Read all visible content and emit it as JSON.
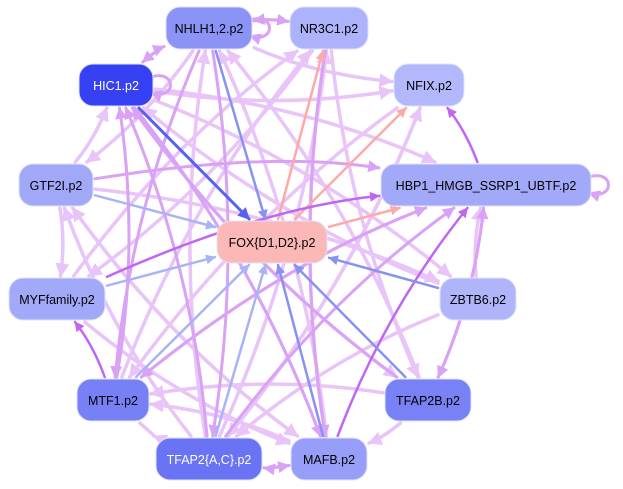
{
  "title": "Regulatory network",
  "colors": {
    "edge_light": "#e8c4f8",
    "edge_mid": "#d9a2f5",
    "edge_strong": "#c066f2",
    "edge_blue_light": "#a9b4f7",
    "edge_blue": "#8792f2",
    "edge_blue_strong": "#5363ef",
    "edge_salmon": "#fdaaa6",
    "node_outline": "#ffffff"
  },
  "nodes": [
    {
      "id": "NHLH",
      "label": "NHLH1,2.p2",
      "fill": "#8c93f6",
      "text": "#000000"
    },
    {
      "id": "NR3C1",
      "label": "NR3C1.p2",
      "fill": "#adb3fa",
      "text": "#000000"
    },
    {
      "id": "HIC1",
      "label": "HIC1.p2",
      "fill": "#3541f3",
      "text": "#ffffff"
    },
    {
      "id": "NFIX",
      "label": "NFIX.p2",
      "fill": "#b3b7fb",
      "text": "#000000"
    },
    {
      "id": "GTF2I",
      "label": "GTF2I.p2",
      "fill": "#a1a8f8",
      "text": "#000000"
    },
    {
      "id": "HBP1",
      "label": "HBP1_HMGB_SSRP1_UBTF.p2",
      "fill": "#a3a9f9",
      "text": "#000000"
    },
    {
      "id": "FOX",
      "label": "FOX{D1,D2}.p2",
      "fill": "#fcb8b6",
      "text": "#000000"
    },
    {
      "id": "MYF",
      "label": "MYFfamily.p2",
      "fill": "#a3a9f9",
      "text": "#000000"
    },
    {
      "id": "ZBTB6",
      "label": "ZBTB6.p2",
      "fill": "#b0b5fa",
      "text": "#000000"
    },
    {
      "id": "MTF1",
      "label": "MTF1.p2",
      "fill": "#7880f6",
      "text": "#000000"
    },
    {
      "id": "TFAP2B",
      "label": "TFAP2B.p2",
      "fill": "#7981f6",
      "text": "#000000"
    },
    {
      "id": "TFAP2AC",
      "label": "TFAP2{A,C}.p2",
      "fill": "#6a73f4",
      "text": "#ffffff"
    },
    {
      "id": "MAFB",
      "label": "MAFB.p2",
      "fill": "#979ef8",
      "text": "#000000"
    }
  ],
  "edges": [
    {
      "from": "HIC1",
      "to": "FOX",
      "style": "blue_strong"
    },
    {
      "from": "NHLH",
      "to": "FOX",
      "style": "blue"
    },
    {
      "from": "FOX",
      "to": "NR3C1",
      "style": "salmon"
    },
    {
      "from": "FOX",
      "to": "NFIX",
      "style": "salmon"
    },
    {
      "from": "FOX",
      "to": "HBP1",
      "style": "salmon"
    },
    {
      "from": "GTF2I",
      "to": "FOX",
      "style": "blue_light"
    },
    {
      "from": "MYF",
      "to": "FOX",
      "style": "blue_light"
    },
    {
      "from": "ZBTB6",
      "to": "FOX",
      "style": "blue"
    },
    {
      "from": "MTF1",
      "to": "FOX",
      "style": "blue_light"
    },
    {
      "from": "TFAP2AC",
      "to": "FOX",
      "style": "blue_light"
    },
    {
      "from": "MAFB",
      "to": "FOX",
      "style": "blue"
    },
    {
      "from": "TFAP2B",
      "to": "FOX",
      "style": "blue"
    },
    {
      "from": "HBP1",
      "to": "NFIX",
      "style": "strong"
    },
    {
      "from": "HIC1",
      "to": "HBP1",
      "style": "light"
    },
    {
      "from": "HIC1",
      "to": "NFIX",
      "style": "light"
    },
    {
      "from": "HIC1",
      "to": "NHLH",
      "style": "mid"
    },
    {
      "from": "NHLH",
      "to": "HIC1",
      "style": "mid"
    },
    {
      "from": "NHLH",
      "to": "NR3C1",
      "style": "mid"
    },
    {
      "from": "NR3C1",
      "to": "NHLH",
      "style": "mid"
    },
    {
      "from": "GTF2I",
      "to": "HBP1",
      "style": "mid"
    },
    {
      "from": "GTF2I",
      "to": "MYF",
      "style": "light"
    },
    {
      "from": "GTF2I",
      "to": "HIC1",
      "style": "light"
    },
    {
      "from": "MYF",
      "to": "HBP1",
      "style": "strong"
    },
    {
      "from": "MTF1",
      "to": "MYF",
      "style": "strong"
    },
    {
      "from": "MTF1",
      "to": "HIC1",
      "style": "mid"
    },
    {
      "from": "MTF1",
      "to": "HBP1",
      "style": "mid"
    },
    {
      "from": "MTF1",
      "to": "NR3C1",
      "style": "light"
    },
    {
      "from": "TFAP2AC",
      "to": "MAFB",
      "style": "mid"
    },
    {
      "from": "MAFB",
      "to": "TFAP2AC",
      "style": "mid"
    },
    {
      "from": "TFAP2AC",
      "to": "HIC1",
      "style": "mid"
    },
    {
      "from": "TFAP2AC",
      "to": "HBP1",
      "style": "mid"
    },
    {
      "from": "TFAP2AC",
      "to": "NFIX",
      "style": "light"
    },
    {
      "from": "TFAP2AC",
      "to": "NHLH",
      "style": "light"
    },
    {
      "from": "TFAP2AC",
      "to": "NR3C1",
      "style": "light"
    },
    {
      "from": "TFAP2AC",
      "to": "GTF2I",
      "style": "light"
    },
    {
      "from": "MAFB",
      "to": "HIC1",
      "style": "mid"
    },
    {
      "from": "MAFB",
      "to": "HBP1",
      "style": "strong"
    },
    {
      "from": "MAFB",
      "to": "NHLH",
      "style": "light"
    },
    {
      "from": "MAFB",
      "to": "NR3C1",
      "style": "light"
    },
    {
      "from": "MAFB",
      "to": "MTF1",
      "style": "light"
    },
    {
      "from": "MAFB",
      "to": "GTF2I",
      "style": "light"
    },
    {
      "from": "TFAP2B",
      "to": "HIC1",
      "style": "mid"
    },
    {
      "from": "TFAP2B",
      "to": "HBP1",
      "style": "mid"
    },
    {
      "from": "TFAP2B",
      "to": "MTF1",
      "style": "light"
    },
    {
      "from": "TFAP2B",
      "to": "MAFB",
      "style": "light"
    },
    {
      "from": "TFAP2B",
      "to": "NHLH",
      "style": "light"
    },
    {
      "from": "ZBTB6",
      "to": "HBP1",
      "style": "light"
    },
    {
      "from": "ZBTB6",
      "to": "TFAP2AC",
      "style": "light"
    },
    {
      "from": "ZBTB6",
      "to": "HIC1",
      "style": "light"
    },
    {
      "from": "HBP1",
      "to": "TFAP2B",
      "style": "mid"
    },
    {
      "from": "HBP1",
      "to": "MTF1",
      "style": "mid"
    },
    {
      "from": "NR3C1",
      "to": "TFAP2B",
      "style": "light"
    },
    {
      "from": "NR3C1",
      "to": "MYF",
      "style": "light"
    },
    {
      "from": "NHLH",
      "to": "TFAP2AC",
      "style": "mid"
    },
    {
      "from": "NHLH",
      "to": "MTF1",
      "style": "mid"
    },
    {
      "from": "NHLH",
      "to": "NFIX",
      "style": "light"
    },
    {
      "from": "NHLH",
      "to": "GTF2I",
      "style": "light"
    },
    {
      "from": "HIC1",
      "to": "TFAP2B",
      "style": "light"
    },
    {
      "from": "HIC1",
      "to": "MAFB",
      "style": "mid"
    },
    {
      "from": "HIC1",
      "to": "ZBTB6",
      "style": "light"
    },
    {
      "from": "GTF2I",
      "to": "MAFB",
      "style": "light"
    },
    {
      "from": "GTF2I",
      "to": "ZBTB6",
      "style": "light"
    },
    {
      "from": "MYF",
      "to": "MAFB",
      "style": "light"
    },
    {
      "from": "MYF",
      "to": "NR3C1",
      "style": "light"
    },
    {
      "from": "NFIX",
      "to": "MTF1",
      "style": "light"
    },
    {
      "from": "NFIX",
      "to": "TFAP2AC",
      "style": "light"
    },
    {
      "from": "NR3C1",
      "to": "MAFB",
      "style": "mid"
    },
    {
      "from": "MTF1",
      "to": "TFAP2AC",
      "style": "light"
    }
  ],
  "self_loops": [
    "HBP1",
    "NHLH",
    "HIC1"
  ]
}
